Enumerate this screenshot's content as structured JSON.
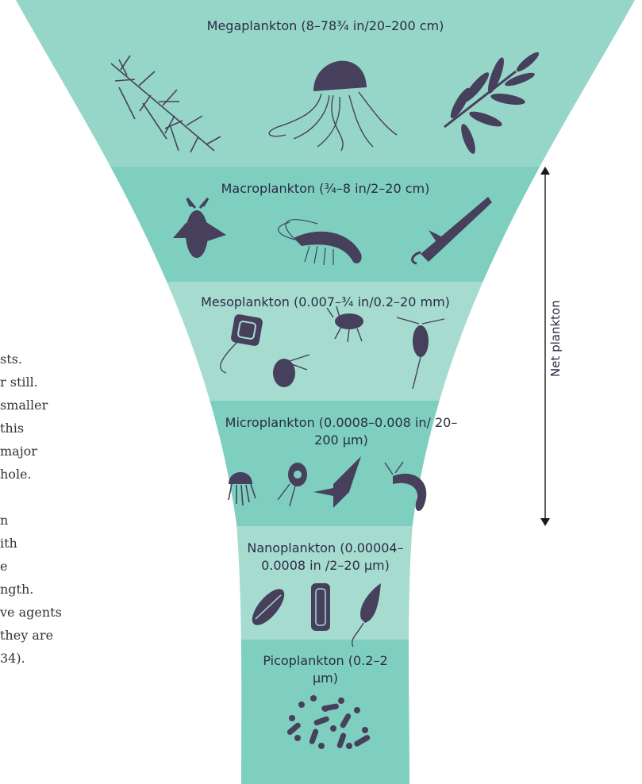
{
  "bands": [
    {
      "id": "megaplankton",
      "label": "Megaplankton (8–78¾ in/20–200 cm)",
      "color": "#96d6c9"
    },
    {
      "id": "macroplankton",
      "label": "Macroplankton (¾–8 in/2–20 cm)",
      "color": "#7fcfc0"
    },
    {
      "id": "mesoplankton",
      "label": "Mesoplankton (0.007–¾ in/0.2–20 mm)",
      "color": "#a6dcd0"
    },
    {
      "id": "microplankton",
      "label": "Microplankton (0.0008–0.008 in/ 20–200 μm)",
      "color": "#7fcfc0"
    },
    {
      "id": "nanoplankton",
      "label": "Nanoplankton (0.00004– 0.0008 in /2–20 μm)",
      "color": "#a6dcd0"
    },
    {
      "id": "picoplankton",
      "label": "Picoplankton (0.2–2 μm)",
      "color": "#7fcfc0"
    }
  ],
  "net_plankton_label": "Net plankton",
  "side_text_lines": [
    "sts.",
    "r still.",
    "smaller",
    "this",
    "major",
    "hole.",
    "",
    "n",
    "ith",
    "e",
    "ngth.",
    "ve agents",
    "they are",
    "34)."
  ],
  "colors": {
    "organism": "#46405c",
    "arrow": "#1a1a1a"
  }
}
